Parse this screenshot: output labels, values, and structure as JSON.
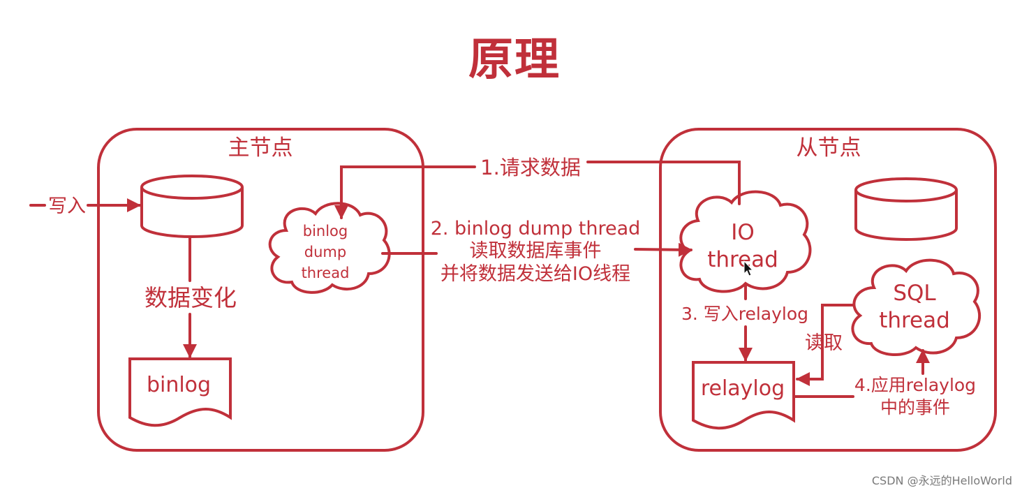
{
  "title": "原理",
  "watermark": "CSDN @永远的HelloWorld",
  "colors": {
    "accent": "#c0303a",
    "background": "#ffffff"
  },
  "master": {
    "label": "主节点",
    "write_label": "写入",
    "data_change_label": "数据变化",
    "binlog_label": "binlog",
    "dump_thread_lines": [
      "binlog",
      "dump",
      "thread"
    ]
  },
  "slave": {
    "label": "从节点",
    "io_thread_lines": [
      "IO",
      "thread"
    ],
    "sql_thread_lines": [
      "SQL",
      "thread"
    ],
    "relaylog_label": "relaylog",
    "read_label": "读取"
  },
  "steps": {
    "step1": "1.请求数据",
    "step2_lines": [
      "2. binlog dump thread",
      "读取数据库事件",
      "并将数据发送给IO线程"
    ],
    "step3": "3. 写入relaylog",
    "step4_lines": [
      "4.应用relaylog",
      "中的事件"
    ]
  }
}
